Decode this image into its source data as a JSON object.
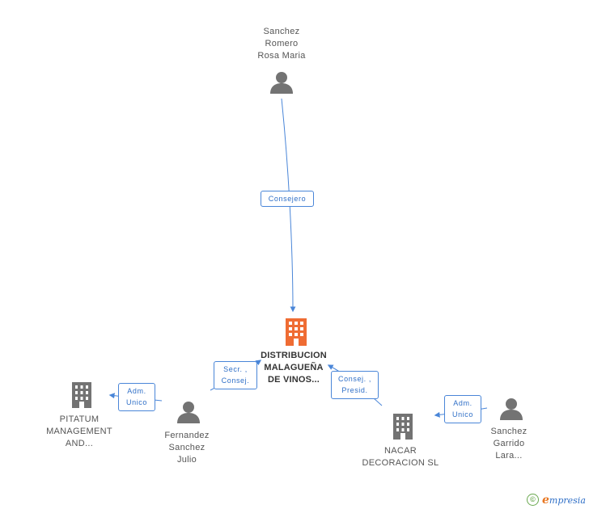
{
  "colors": {
    "edge": "#4a86d8",
    "edge_text": "#2f6fc7",
    "company_main": "#ef6c33",
    "company": "#737373",
    "person": "#737373"
  },
  "nodes": {
    "person_top": {
      "lines": [
        "Sanchez",
        "Romero",
        "Rosa Maria"
      ],
      "icon": "person-icon"
    },
    "main": {
      "lines": [
        "DISTRIBUCION",
        "MALAGUEÑA",
        "DE VINOS..."
      ],
      "icon": "building-icon"
    },
    "pitatum": {
      "lines": [
        "PITATUM",
        "MANAGEMENT",
        "AND..."
      ],
      "icon": "building-icon"
    },
    "fernandez": {
      "lines": [
        "Fernandez",
        "Sanchez",
        "Julio"
      ],
      "icon": "person-icon"
    },
    "nacar": {
      "lines": [
        "NACAR",
        "DECORACION SL"
      ],
      "icon": "building-icon"
    },
    "sanchez_garrido": {
      "lines": [
        "Sanchez",
        "Garrido",
        "Lara..."
      ],
      "icon": "person-icon"
    }
  },
  "edges": {
    "consejero": {
      "lines": [
        "Consejero"
      ]
    },
    "secr_consej": {
      "lines": [
        "Secr. ,",
        "Consej."
      ]
    },
    "consej_presid": {
      "lines": [
        "Consej. ,",
        "Presid."
      ]
    },
    "adm_unico_left": {
      "lines": [
        "Adm.",
        "Unico"
      ]
    },
    "adm_unico_right": {
      "lines": [
        "Adm.",
        "Unico"
      ]
    }
  },
  "footer": {
    "copyright_symbol": "©",
    "brand_initial": "e",
    "brand_rest": "mpresia"
  }
}
